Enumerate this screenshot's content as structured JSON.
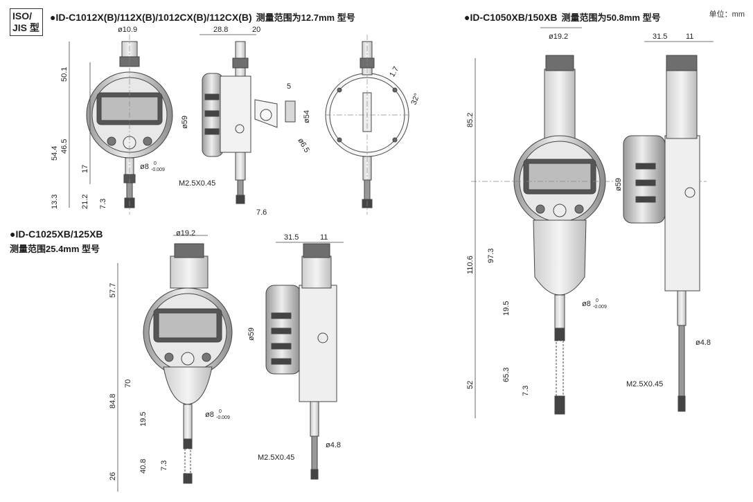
{
  "badge": {
    "line1": "ISO/",
    "line2": "JIS 型"
  },
  "unit_label": "单位：mm",
  "views": [
    {
      "model": "●ID-C1012X(B)/112X(B)/1012CX(B)/112CX(B)",
      "range": "测量范围为12.7mm 型号"
    },
    {
      "model": "●ID-C1025XB/125XB",
      "range": "测量范围25.4mm 型号"
    },
    {
      "model": "●ID-C1050XB/150XB",
      "range": "测量范围为50.8mm 型号"
    }
  ],
  "dims": {
    "v1": {
      "d_top": "ø10.9",
      "h1": "50.1",
      "h2": "46.5",
      "h3": "54.4",
      "h4": "17",
      "h5": "21.2",
      "h6": "13.3",
      "h7": "7.3",
      "stem": "ø8",
      "tol_up": "0",
      "tol_dn": "-0.009",
      "side_w1": "28.8",
      "side_w2": "20",
      "dia": "ø59",
      "thread": "M2.5X0.45",
      "tip": "7.6",
      "lug_w": "5",
      "lug_d": "ø6.5",
      "back_d": "ø54",
      "a1": "1.7",
      "ang": "32°"
    },
    "v2": {
      "d_top": "ø19.2",
      "h1": "57.7",
      "h2": "84.8",
      "h3": "70",
      "h4": "19.5",
      "h5": "40.8",
      "h6": "26",
      "h7": "7.3",
      "stem": "ø8",
      "tol_up": "0",
      "tol_dn": "-0.009",
      "w1": "31.5",
      "w2": "11",
      "dia": "ø59",
      "tip_d": "ø4.8",
      "thread": "M2.5X0.45"
    },
    "v3": {
      "d_top": "ø19.2",
      "h1": "85.2",
      "h2": "110.6",
      "h3": "97.3",
      "h4": "19.5",
      "h5": "52",
      "h6": "65.3",
      "h7": "7.3",
      "stem": "ø8",
      "tol_up": "0",
      "tol_dn": "-0.009",
      "w1": "31.5",
      "w2": "11",
      "dia": "ø59",
      "tip_d": "ø4.8",
      "thread": "M2.5X0.45"
    }
  }
}
